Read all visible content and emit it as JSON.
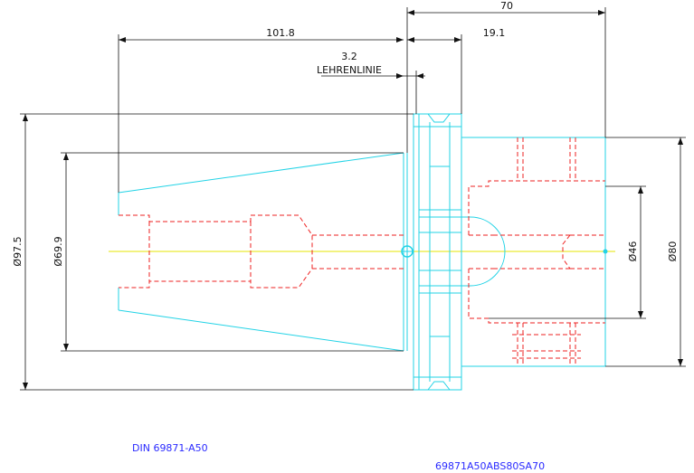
{
  "dimensions": {
    "overall_length": "70",
    "taper_length": "101.8",
    "flange_offset": "19.1",
    "gauge_offset": "3.2",
    "gauge_line": "LEHRENLINIE",
    "flange_diameter": "Ø97.5",
    "taper_diameter": "Ø69.9",
    "bore_diameter": "Ø46",
    "body_diameter": "Ø80"
  },
  "captions": {
    "standard": "DIN 69871-A50",
    "part_number": "69871A50ABS80SA70"
  },
  "colors": {
    "outline": "#22d3e6",
    "hidden": "#ee2222",
    "dimension": "#111111",
    "axis": "#e6e600",
    "caption": "#2a2aff"
  }
}
